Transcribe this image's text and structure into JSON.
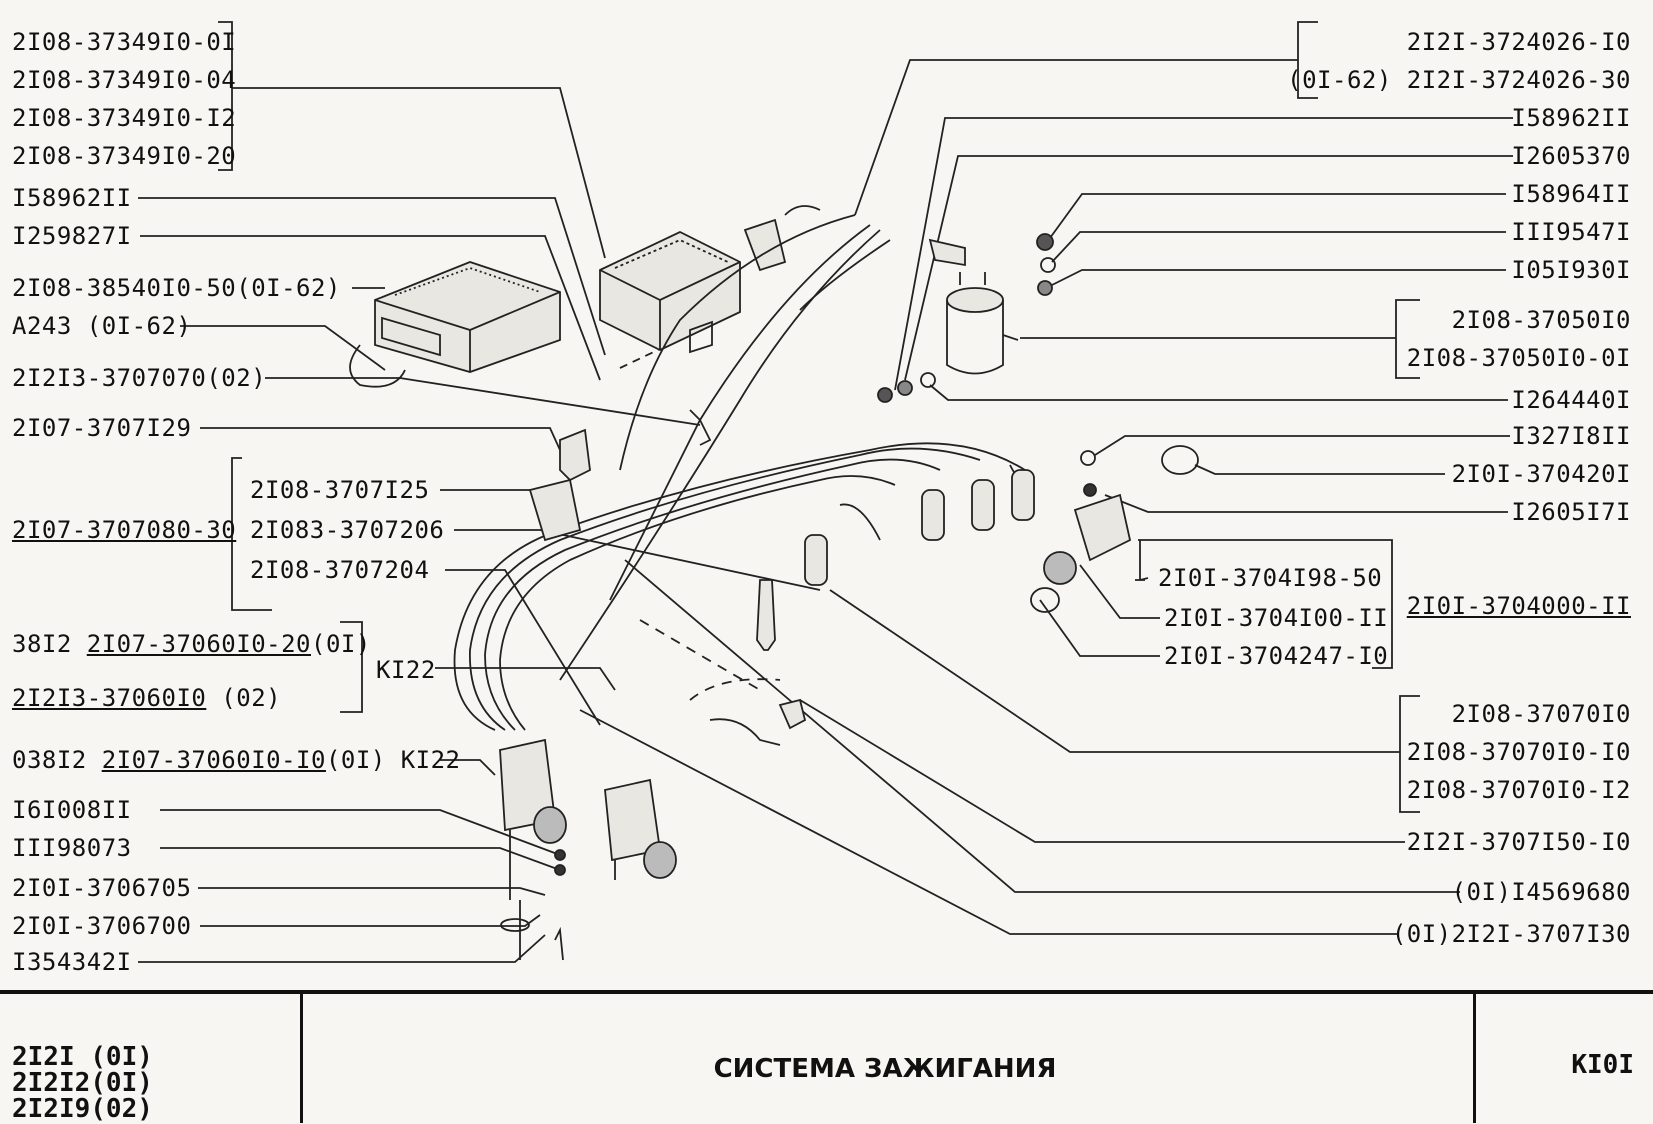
{
  "labels": {
    "l1": "2I08-37349I0-0I",
    "l2": "2I08-37349I0-04",
    "l3": "2I08-37349I0-I2",
    "l4": "2I08-37349I0-20",
    "l5": "I58962II",
    "l6": "I259827I",
    "l7": "2I08-38540I0-50(0I-62)",
    "l8": "A243 (0I-62)",
    "l9": "2I2I3-3707070(02)",
    "l10": "2I07-3707I29",
    "l11": "2I08-3707I25",
    "l12": "2I07-3707080-30",
    "l13": "2I083-3707206",
    "l14": "2I08-3707204",
    "l15a": "38I2 ",
    "l15b": "2I07-37060I0-20",
    "l15c": "(0I)",
    "l16a": "2I2I3-37060I0",
    "l16b": " (02)",
    "l17": "KI22",
    "l18a": "038I2 ",
    "l18b": "2I07-37060I0-I0",
    "l18c": "(0I) KI22",
    "l19": "I6I008II",
    "l20": "III98073",
    "l21": "2I0I-3706705",
    "l22": "2I0I-3706700",
    "l23": "I354342I",
    "r1": "2I2I-3724026-I0",
    "r2": "(0I-62) 2I2I-3724026-30",
    "r3": "I58962II",
    "r4": "I2605370",
    "r5": "I58964II",
    "r6": "III9547I",
    "r7": "I05I930I",
    "r8": "2I08-37050I0",
    "r9": "2I08-37050I0-0I",
    "r10": "I264440I",
    "r11": "I327I8II",
    "r12": "2I0I-370420I",
    "r13": "I2605I7I",
    "r14": "2I0I-3704I98-50",
    "r15": "2I0I-3704I00-II",
    "r16": "2I0I-3704000-II",
    "r17": "2I0I-3704247-I0",
    "r18": "2I08-37070I0",
    "r19": "2I08-37070I0-I0",
    "r20": "2I08-37070I0-I2",
    "r21": "2I2I-3707I50-I0",
    "r22": "(0I)I4569680",
    "r23": "(0I)2I2I-3707I30"
  },
  "footer": {
    "models": [
      "2I2I (0I)",
      "2I2I2(0I)",
      "2I2I9(02)"
    ],
    "title": "СИСТЕМА ЗАЖИГАНИЯ",
    "code": "KI0I"
  }
}
